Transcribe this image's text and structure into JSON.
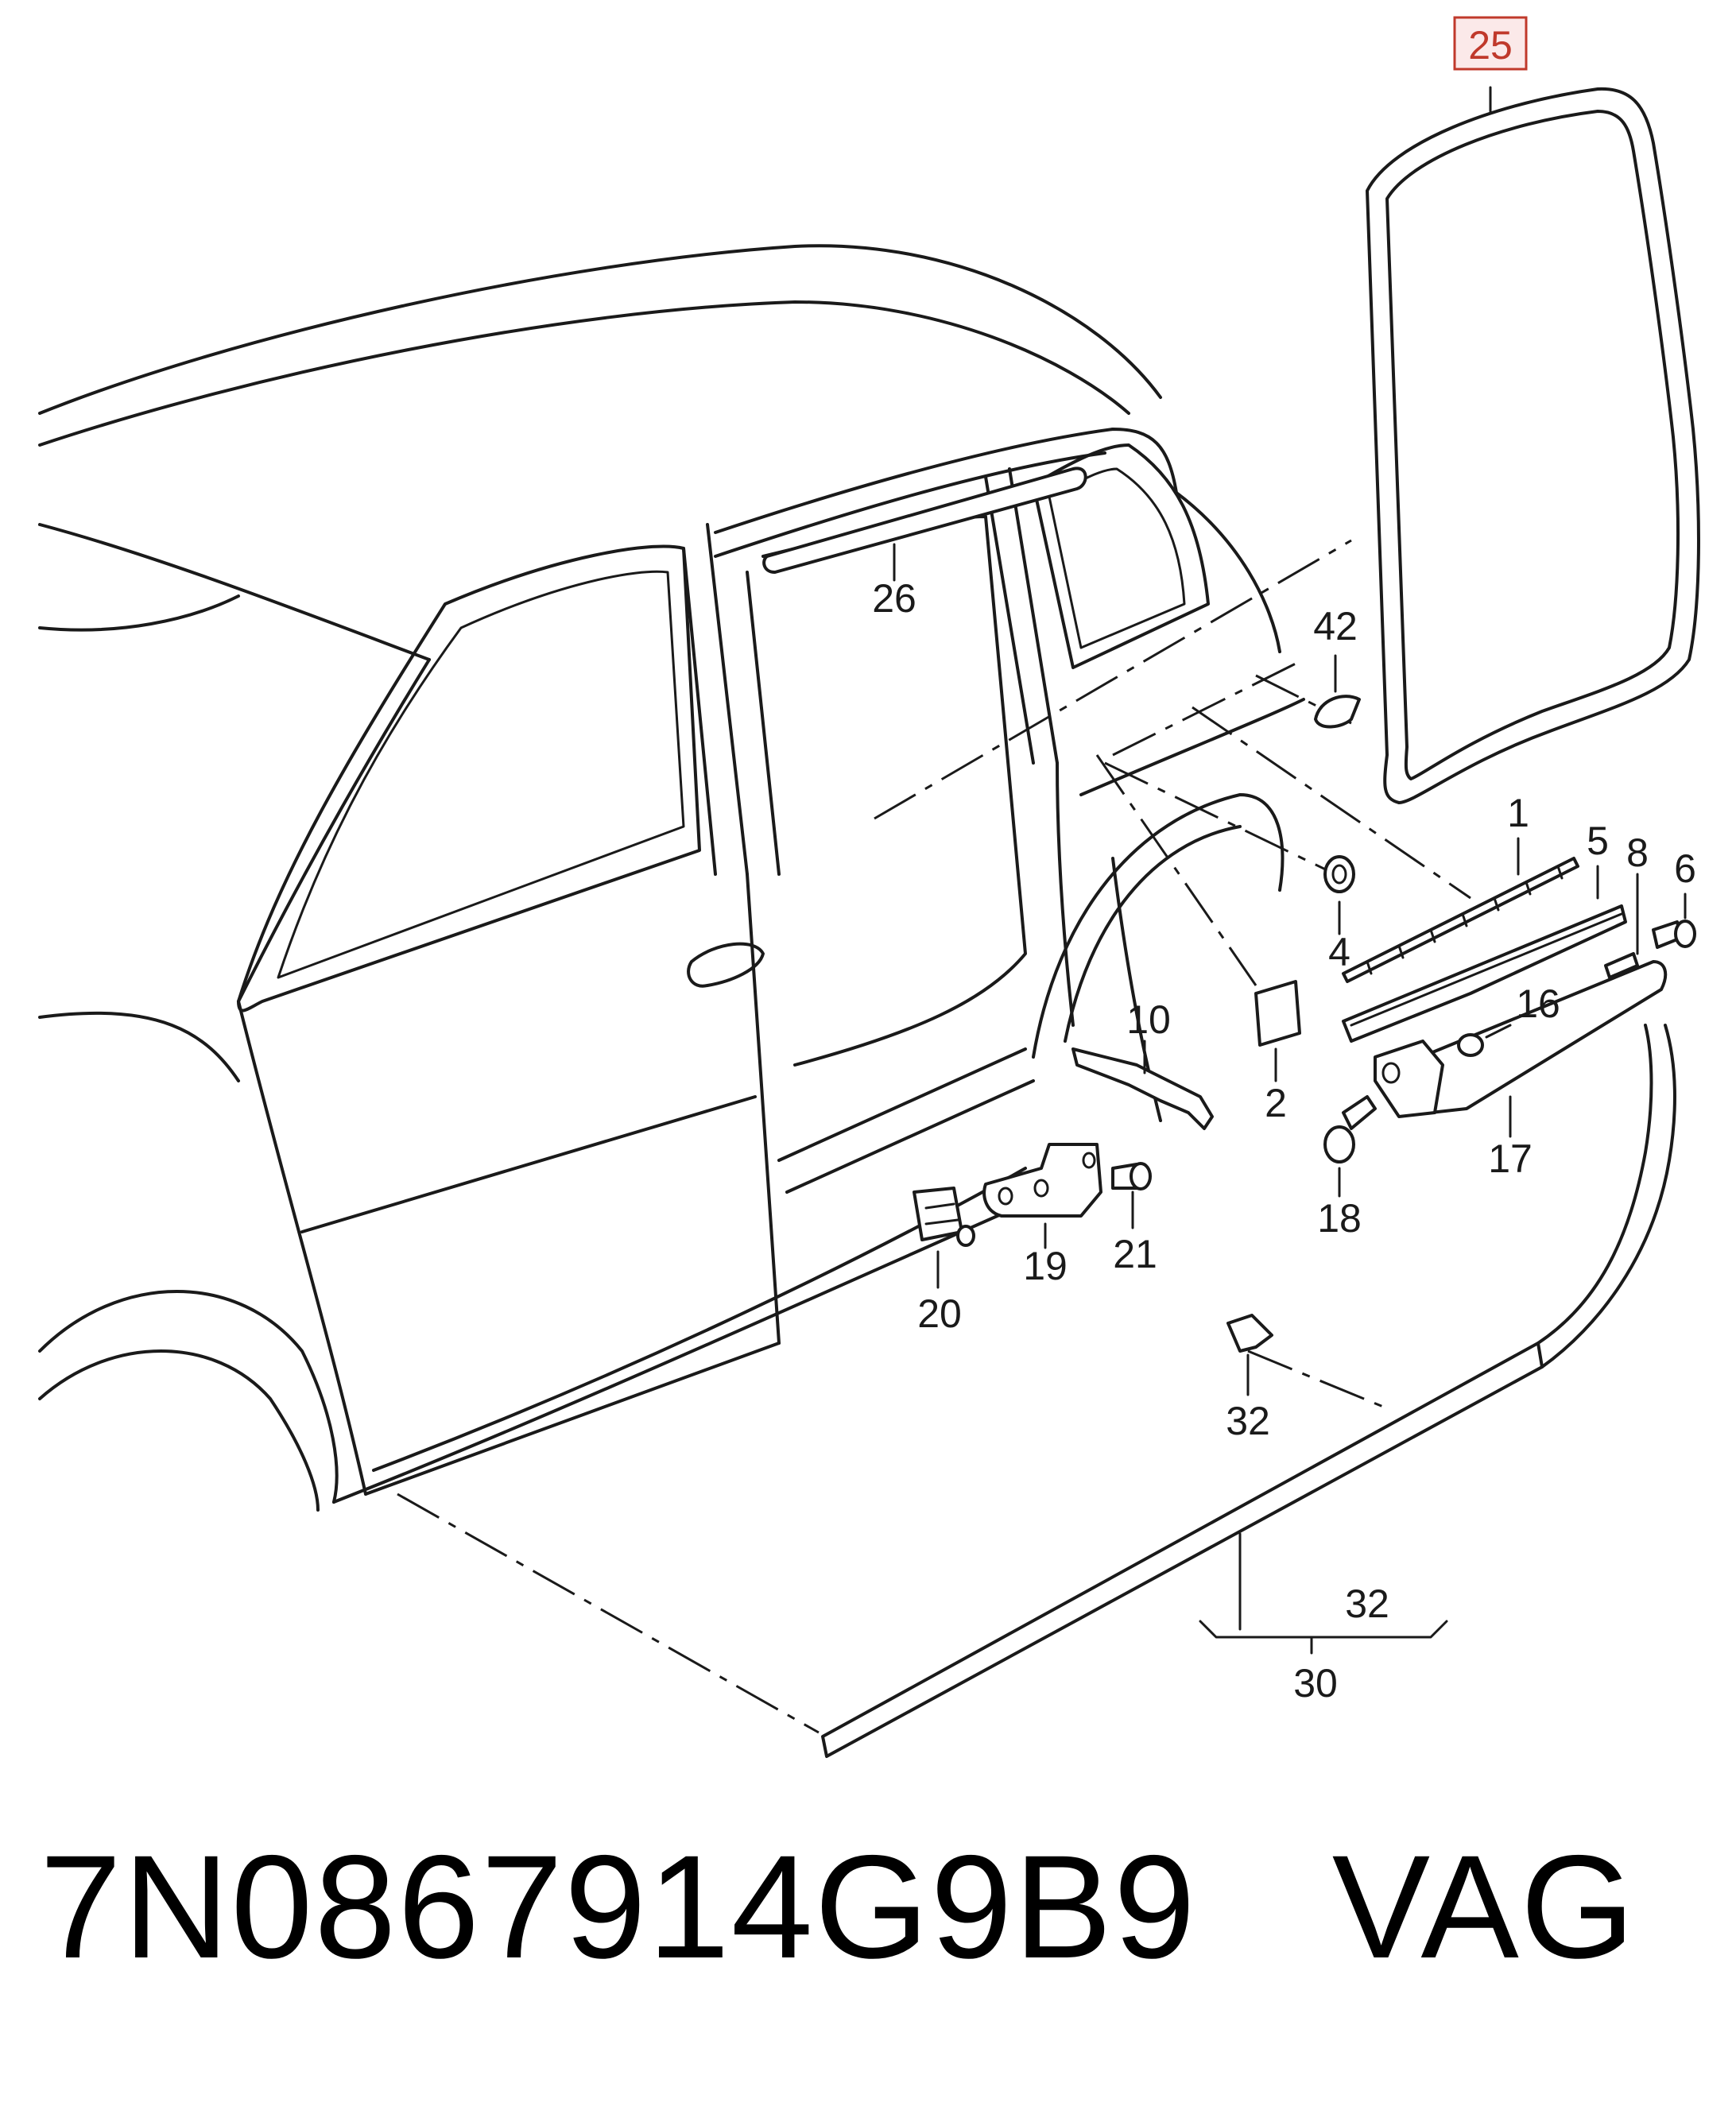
{
  "diagram": {
    "highlighted_callout": "25",
    "highlight_color": "#c0392b",
    "highlight_fill": "#fbe9e9",
    "callouts": {
      "c1": "1",
      "c2": "2",
      "c4": "4",
      "c5": "5",
      "c6": "6",
      "c8": "8",
      "c10": "10",
      "c16": "16",
      "c17": "17",
      "c18": "18",
      "c19": "19",
      "c20": "20",
      "c21": "21",
      "c25": "25",
      "c26": "26",
      "c30": "30",
      "c32a": "32",
      "c32b": "32",
      "c42": "42"
    }
  },
  "footer": {
    "part_number": "7N0867914G9B9",
    "brand": "VAG"
  }
}
